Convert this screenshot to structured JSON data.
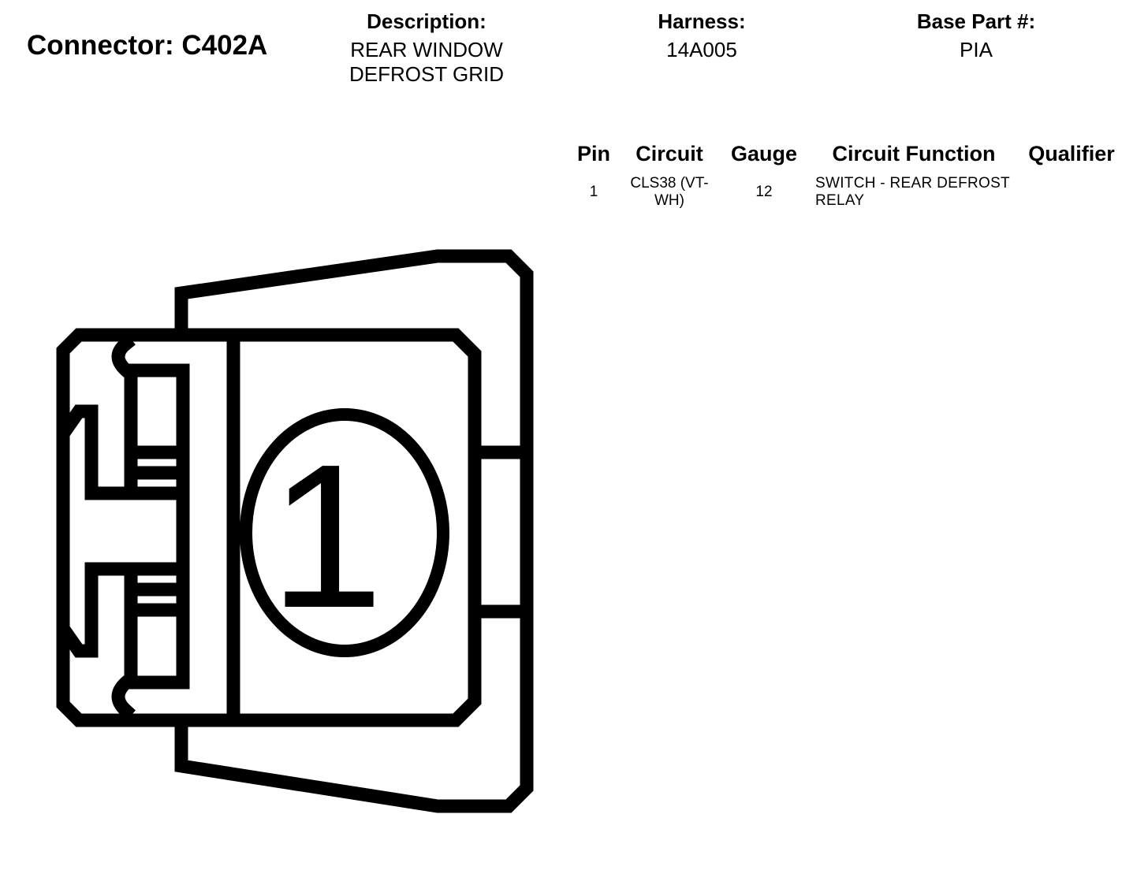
{
  "header": {
    "connector_title": "Connector: C402A",
    "description_label": "Description:",
    "description_value": "REAR WINDOW DEFROST GRID",
    "harness_label": "Harness:",
    "harness_value": "14A005",
    "base_part_label": "Base Part #:",
    "base_part_value": "PIA"
  },
  "pin_table": {
    "columns": [
      "Pin",
      "Circuit",
      "Gauge",
      "Circuit Function",
      "Qualifier"
    ],
    "rows": [
      {
        "pin": "1",
        "circuit": "CLS38 (VT-WH)",
        "gauge": "12",
        "function": "SWITCH - REAR DEFROST RELAY",
        "qualifier": ""
      }
    ]
  },
  "diagram": {
    "pin_label": "1",
    "stroke_color": "#000000",
    "background_color": "#ffffff"
  }
}
